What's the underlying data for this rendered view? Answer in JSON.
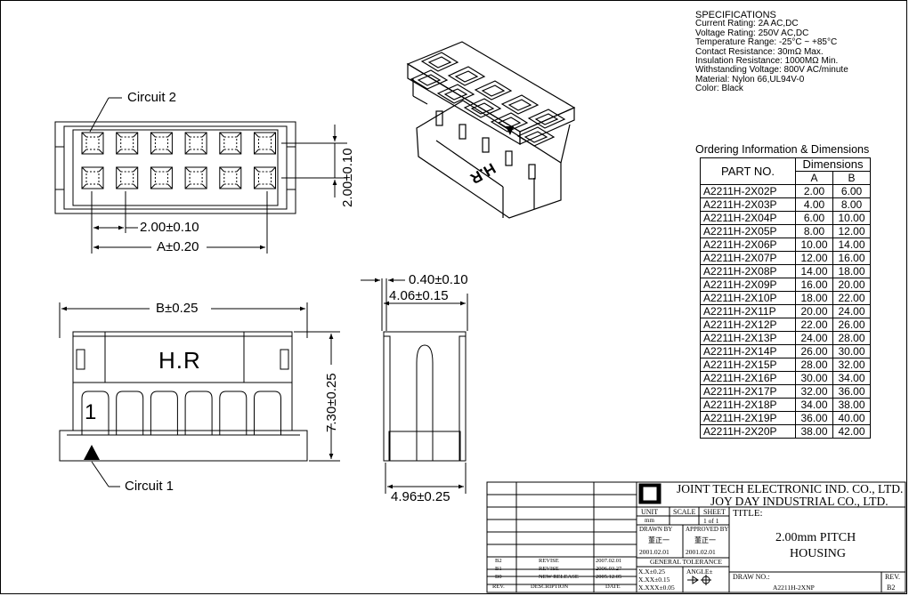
{
  "specifications": {
    "heading": "SPECIFICATIONS",
    "lines": [
      "Current Rating: 2A AC,DC",
      "Voltage Rating: 250V AC,DC",
      "Temperature Range: -25°C ~ +85°C",
      "Contact Resistance: 30mΩ Max.",
      "Insulation Resistance: 1000MΩ Min.",
      "Withstanding Voltage: 800V AC/minute",
      "Material: Nylon 66,UL94V-0",
      "Color: Black"
    ]
  },
  "ordering": {
    "title": "Ordering Information & Dimensions",
    "col_part": "PART NO.",
    "col_dims": "Dimensions",
    "col_a": "A",
    "col_b": "B",
    "rows": [
      [
        "A2211H-2X02P",
        "2.00",
        "6.00"
      ],
      [
        "A2211H-2X03P",
        "4.00",
        "8.00"
      ],
      [
        "A2211H-2X04P",
        "6.00",
        "10.00"
      ],
      [
        "A2211H-2X05P",
        "8.00",
        "12.00"
      ],
      [
        "A2211H-2X06P",
        "10.00",
        "14.00"
      ],
      [
        "A2211H-2X07P",
        "12.00",
        "16.00"
      ],
      [
        "A2211H-2X08P",
        "14.00",
        "18.00"
      ],
      [
        "A2211H-2X09P",
        "16.00",
        "20.00"
      ],
      [
        "A2211H-2X10P",
        "18.00",
        "22.00"
      ],
      [
        "A2211H-2X11P",
        "20.00",
        "24.00"
      ],
      [
        "A2211H-2X12P",
        "22.00",
        "26.00"
      ],
      [
        "A2211H-2X13P",
        "24.00",
        "28.00"
      ],
      [
        "A2211H-2X14P",
        "26.00",
        "30.00"
      ],
      [
        "A2211H-2X15P",
        "28.00",
        "32.00"
      ],
      [
        "A2211H-2X16P",
        "30.00",
        "34.00"
      ],
      [
        "A2211H-2X17P",
        "32.00",
        "36.00"
      ],
      [
        "A2211H-2X18P",
        "34.00",
        "38.00"
      ],
      [
        "A2211H-2X19P",
        "36.00",
        "40.00"
      ],
      [
        "A2211H-2X20P",
        "38.00",
        "42.00"
      ]
    ]
  },
  "drawing": {
    "circuit2": "Circuit 2",
    "circuit1": "Circuit 1",
    "pitch_dim": "2.00±0.10",
    "row_dim": "2.00±0.10",
    "a_dim": "A±0.20",
    "b_dim": "B±0.25",
    "height_dim": "7.30±0.25",
    "t_dim": "0.40±0.10",
    "d_dim": "4.06±0.15",
    "w_dim": "4.96±0.25",
    "hr_label": "H.R",
    "pin1_label": "1",
    "iso_label": "H.R"
  },
  "title_block": {
    "company1": "JOINT TECH ELECTRONIC IND. CO., LTD.",
    "company2": "JOY DAY INDUSTRIAL CO., LTD.",
    "unit_label": "UNIT",
    "unit_value": "mm",
    "scale_label": "SCALE",
    "sheet_label": "SHEET",
    "sheet_value": "1 of 1",
    "drawn_by": "DRAWN BY",
    "approved_by": "APPROVED BY",
    "drawn_name": "董正一",
    "approved_name": "董正一",
    "drawn_date": "2001.02.01",
    "approved_date": "2001.02.01",
    "general_tol": "GENERAL TOLERANCE",
    "tol1": "X.X±0.25",
    "tol2": "X.XX±0.15",
    "tol3": "X.XXX±0.05",
    "angle": "ANGLE±",
    "title_label": "TITLE:",
    "title_line1": "2.00mm PITCH",
    "title_line2": "HOUSING",
    "draw_no_label": "DRAW NO.:",
    "draw_no": "A2211H-2XNP",
    "rev_label": "REV.",
    "rev_value": "B2",
    "revisions": [
      {
        "rev": "B2",
        "desc": "REVISE",
        "date": "2007.02.01"
      },
      {
        "rev": "B1",
        "desc": "REVISE",
        "date": "2006.03.27"
      },
      {
        "rev": "B0",
        "desc": "NEW RELEASE",
        "date": "2005.12.05"
      }
    ],
    "rev_header": {
      "rev": "REV.",
      "desc": "DESCRIPTION",
      "date": "DATE"
    }
  }
}
